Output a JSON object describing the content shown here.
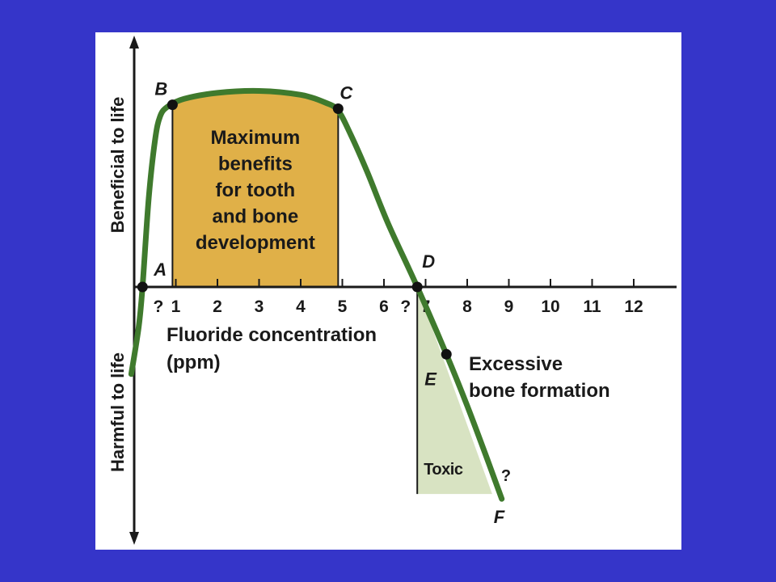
{
  "chart_data": {
    "type": "line",
    "xlabel": [
      "Fluoride concentration",
      "(ppm)"
    ],
    "ylabel_top": "Beneficial to life",
    "ylabel_bottom": "Harmful to life",
    "x_ticks": [
      1,
      2,
      3,
      4,
      5,
      6,
      7,
      8,
      9,
      10,
      11,
      12
    ],
    "tick_labels": [
      "1",
      "2",
      "3",
      "4",
      "5",
      "6",
      "7",
      "8",
      "9",
      "10",
      "11",
      "12"
    ],
    "unknown_marks": [
      "?",
      "?"
    ],
    "curve": [
      {
        "x": -0.07,
        "y": -0.44
      },
      {
        "x": 0.11,
        "y": -0.2
      },
      {
        "x": 0.2,
        "y": 0.0
      },
      {
        "x": 0.35,
        "y": 0.45
      },
      {
        "x": 0.5,
        "y": 0.74
      },
      {
        "x": 0.62,
        "y": 0.86
      },
      {
        "x": 0.8,
        "y": 0.91
      },
      {
        "x": 1.2,
        "y": 0.95
      },
      {
        "x": 2.0,
        "y": 0.98
      },
      {
        "x": 3.0,
        "y": 0.99
      },
      {
        "x": 4.0,
        "y": 0.97
      },
      {
        "x": 4.6,
        "y": 0.93
      },
      {
        "x": 4.9,
        "y": 0.89
      },
      {
        "x": 5.2,
        "y": 0.77
      },
      {
        "x": 5.6,
        "y": 0.58
      },
      {
        "x": 6.1,
        "y": 0.32
      },
      {
        "x": 6.8,
        "y": 0.0
      },
      {
        "x": 7.5,
        "y": -0.34
      },
      {
        "x": 8.0,
        "y": -0.6
      },
      {
        "x": 8.5,
        "y": -0.88
      },
      {
        "x": 8.83,
        "y": -1.07
      }
    ],
    "points": [
      {
        "label": "A",
        "x": 0.2,
        "y": 0.0
      },
      {
        "label": "B",
        "x": 0.92,
        "y": 0.92
      },
      {
        "label": "C",
        "x": 4.9,
        "y": 0.9
      },
      {
        "label": "D",
        "x": 6.8,
        "y": 0.0
      },
      {
        "label": "E",
        "x": 7.5,
        "y": -0.34
      },
      {
        "label": "F",
        "x": 8.83,
        "y": -1.07
      }
    ],
    "regions": [
      {
        "name": "maximum-benefits",
        "x_start": 0.92,
        "x_end": 4.9,
        "lines": [
          "Maximum",
          "benefits",
          "for tooth",
          "and bone",
          "development"
        ],
        "color": "#e0b048"
      },
      {
        "name": "toxic",
        "x_start": 6.8,
        "x_end": 8.6,
        "lines": [
          "Toxic"
        ],
        "color": "#d8e3c2"
      }
    ],
    "annotations": [
      {
        "name": "excessive-bone-formation",
        "lines": [
          "Excessive",
          "bone formation"
        ]
      },
      {
        "name": "unknown-toxic-limit",
        "text": "?"
      }
    ],
    "colors": {
      "curve": "#3f7a2d",
      "axis": "#1a1a1a",
      "background": "#3535c9",
      "panel": "#ffffff"
    }
  }
}
